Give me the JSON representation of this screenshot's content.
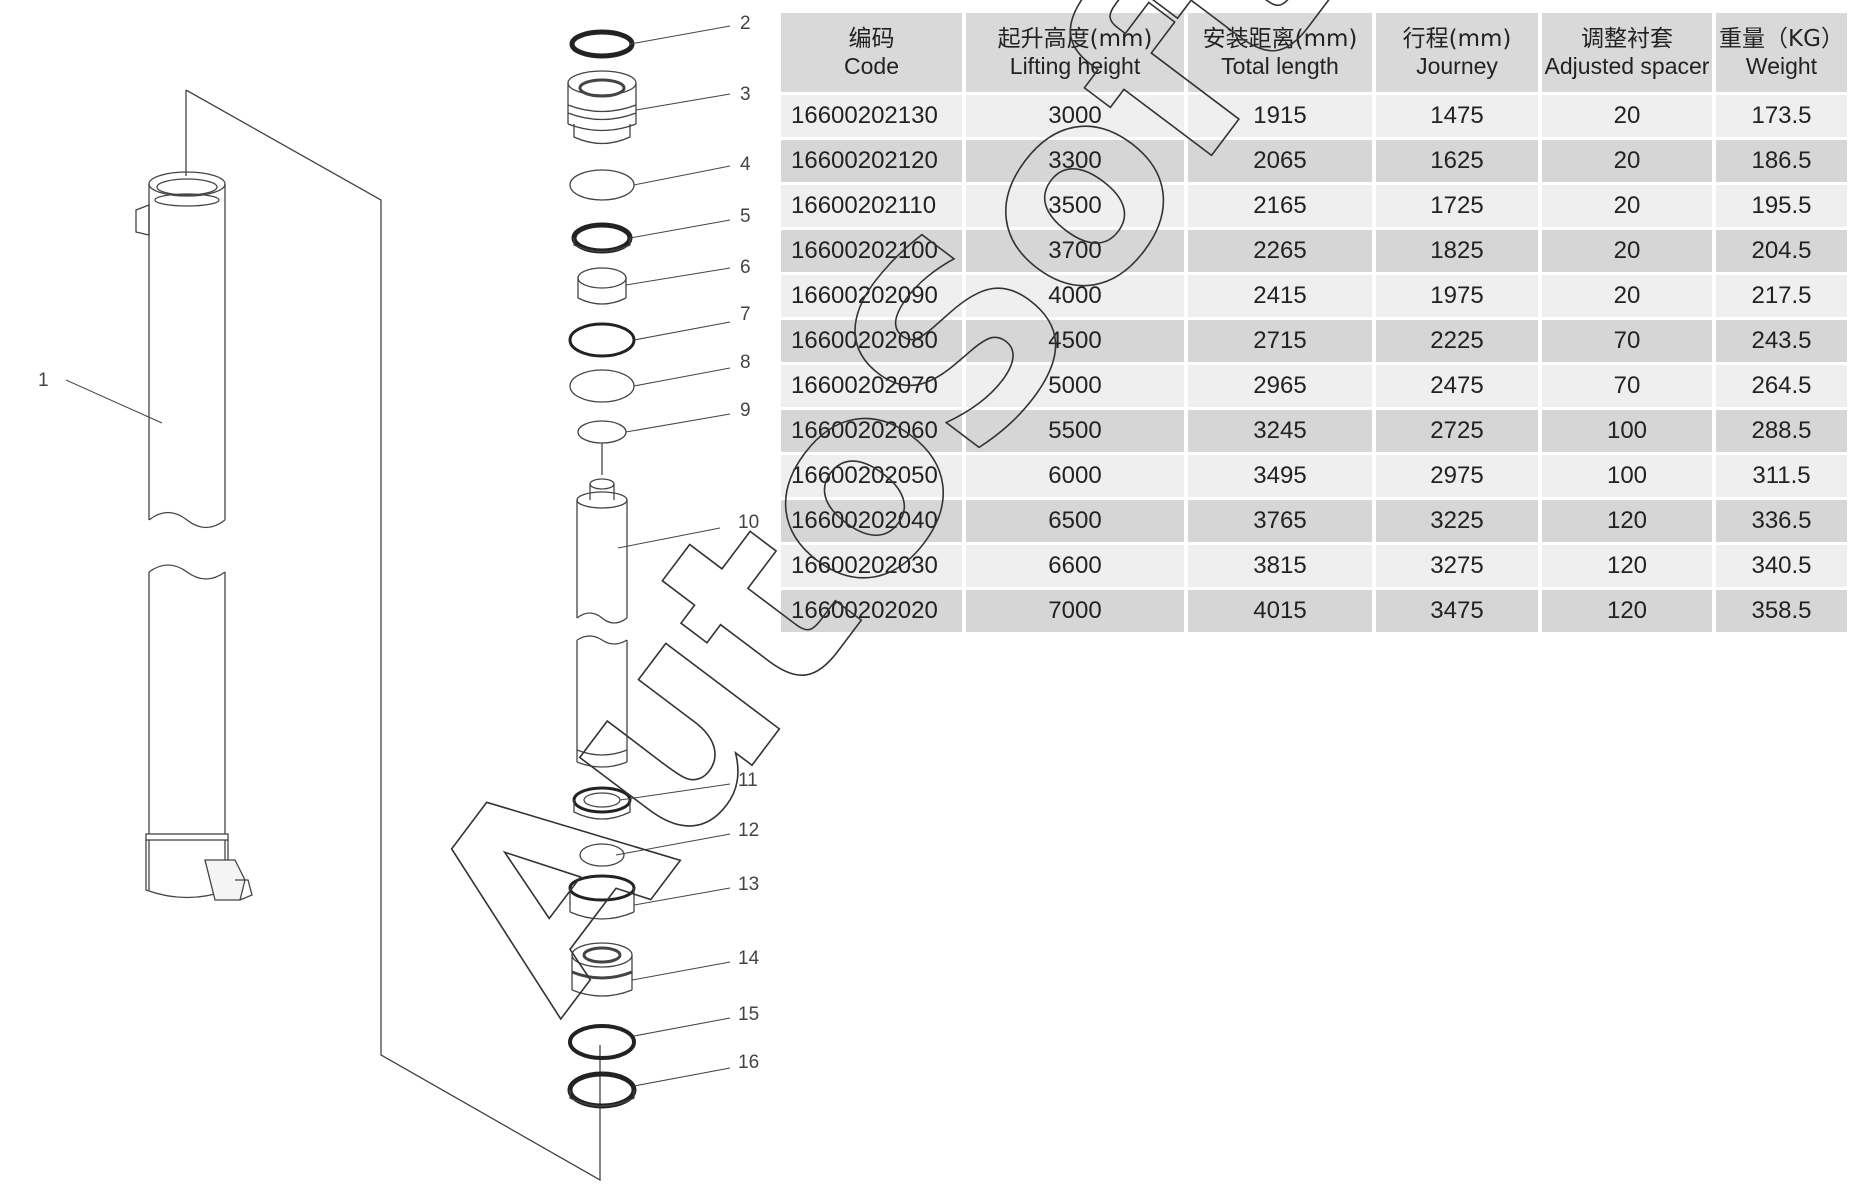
{
  "table": {
    "headers": [
      {
        "zh": "编码",
        "en": "Code"
      },
      {
        "zh": "起升高度(mm)",
        "en": "Lifting height"
      },
      {
        "zh": "安装距离(mm)",
        "en": "Total length"
      },
      {
        "zh": "行程(mm)",
        "en": "Journey"
      },
      {
        "zh": "调整衬套",
        "en": "Adjusted spacer"
      },
      {
        "zh": "重量（KG）",
        "en": "Weight"
      }
    ],
    "rows": [
      [
        "16600202130",
        "3000",
        "1915",
        "1475",
        "20",
        "173.5"
      ],
      [
        "16600202120",
        "3300",
        "2065",
        "1625",
        "20",
        "186.5"
      ],
      [
        "16600202110",
        "3500",
        "2165",
        "1725",
        "20",
        "195.5"
      ],
      [
        "16600202100",
        "3700",
        "2265",
        "1825",
        "20",
        "204.5"
      ],
      [
        "16600202090",
        "4000",
        "2415",
        "1975",
        "20",
        "217.5"
      ],
      [
        "16600202080",
        "4500",
        "2715",
        "2225",
        "70",
        "243.5"
      ],
      [
        "16600202070",
        "5000",
        "2965",
        "2475",
        "70",
        "264.5"
      ],
      [
        "16600202060",
        "5500",
        "3245",
        "2725",
        "100",
        "288.5"
      ],
      [
        "16600202050",
        "6000",
        "3495",
        "2975",
        "100",
        "311.5"
      ],
      [
        "16600202040",
        "6500",
        "3765",
        "3225",
        "120",
        "336.5"
      ],
      [
        "16600202030",
        "6600",
        "3815",
        "3275",
        "120",
        "340.5"
      ],
      [
        "16600202020",
        "7000",
        "4015",
        "3475",
        "120",
        "358.5"
      ]
    ]
  },
  "callouts": [
    "1",
    "2",
    "3",
    "4",
    "5",
    "6",
    "7",
    "8",
    "9",
    "10",
    "11",
    "12",
    "13",
    "14",
    "15",
    "16"
  ],
  "watermark": "AutoSoft"
}
